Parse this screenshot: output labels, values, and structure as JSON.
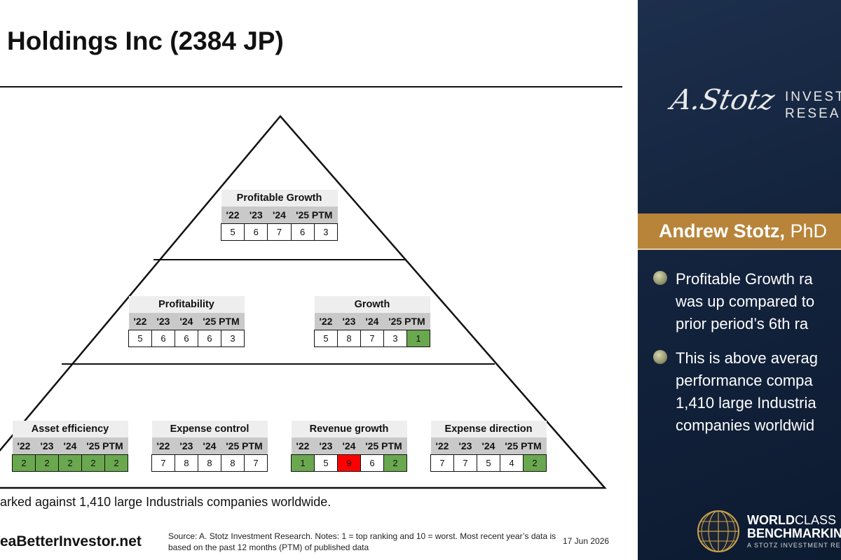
{
  "title": "Holdings Inc (2384 JP)",
  "year_headers": [
    "'22",
    "'23",
    "'24",
    "'25 PTM"
  ],
  "rankings": [
    {
      "name": "Profitable Growth",
      "values": [
        5,
        6,
        7,
        6,
        3
      ],
      "highlights": [
        "none",
        "none",
        "none",
        "none",
        "none"
      ]
    },
    {
      "name": "Profitability",
      "values": [
        5,
        6,
        6,
        6,
        3
      ],
      "highlights": [
        "none",
        "none",
        "none",
        "none",
        "none"
      ]
    },
    {
      "name": "Growth",
      "values": [
        5,
        8,
        7,
        3,
        1
      ],
      "highlights": [
        "none",
        "none",
        "none",
        "none",
        "green"
      ]
    },
    {
      "name": "Asset efficiency",
      "values": [
        2,
        2,
        2,
        2,
        2
      ],
      "highlights": [
        "green",
        "green",
        "green",
        "green",
        "green"
      ]
    },
    {
      "name": "Expense control",
      "values": [
        7,
        8,
        8,
        8,
        7
      ],
      "highlights": [
        "none",
        "none",
        "none",
        "none",
        "none"
      ]
    },
    {
      "name": "Revenue growth",
      "values": [
        1,
        5,
        9,
        6,
        2
      ],
      "highlights": [
        "green",
        "none",
        "red",
        "none",
        "green"
      ]
    },
    {
      "name": "Expense direction",
      "values": [
        7,
        7,
        5,
        4,
        2
      ],
      "highlights": [
        "none",
        "none",
        "none",
        "none",
        "green"
      ]
    }
  ],
  "colors": {
    "green": "#6aa84f",
    "red": "#ff0000",
    "header_gray": "#c9c9c9",
    "title_gray": "#eeeeee",
    "panel_navy": "#13233d",
    "presenter_gold": "#b8843a"
  },
  "footer": {
    "benchmark_note": "arked against 1,410 large Industrials companies worldwide.",
    "website": "eaBetterInvestor.net",
    "source": "Source: A. Stotz Investment Research. Notes: 1 = top ranking and 10 = worst. Most recent year’s data is based on the past 12 months (PTM) of published data",
    "date": "17 Jun 2026"
  },
  "panel": {
    "signature": "A.Stotz",
    "brand_line1": "INVEST",
    "brand_line2": "RESEA",
    "presenter_name": "Andrew Stotz,",
    "presenter_title": " PhD",
    "bullets": [
      "Profitable Growth ra\nwas up compared to\nprior period’s 6th ra",
      "This is above averag\nperformance compa\n1,410 large Industria\ncompanies worldwid"
    ],
    "wcb_world": "WORLD",
    "wcb_class": "CLASS",
    "wcb_line2": "BENCHMARKIN",
    "wcb_line3": "A STOTZ INVESTMENT RESEA",
    "globe_icon": "globe-icon"
  }
}
